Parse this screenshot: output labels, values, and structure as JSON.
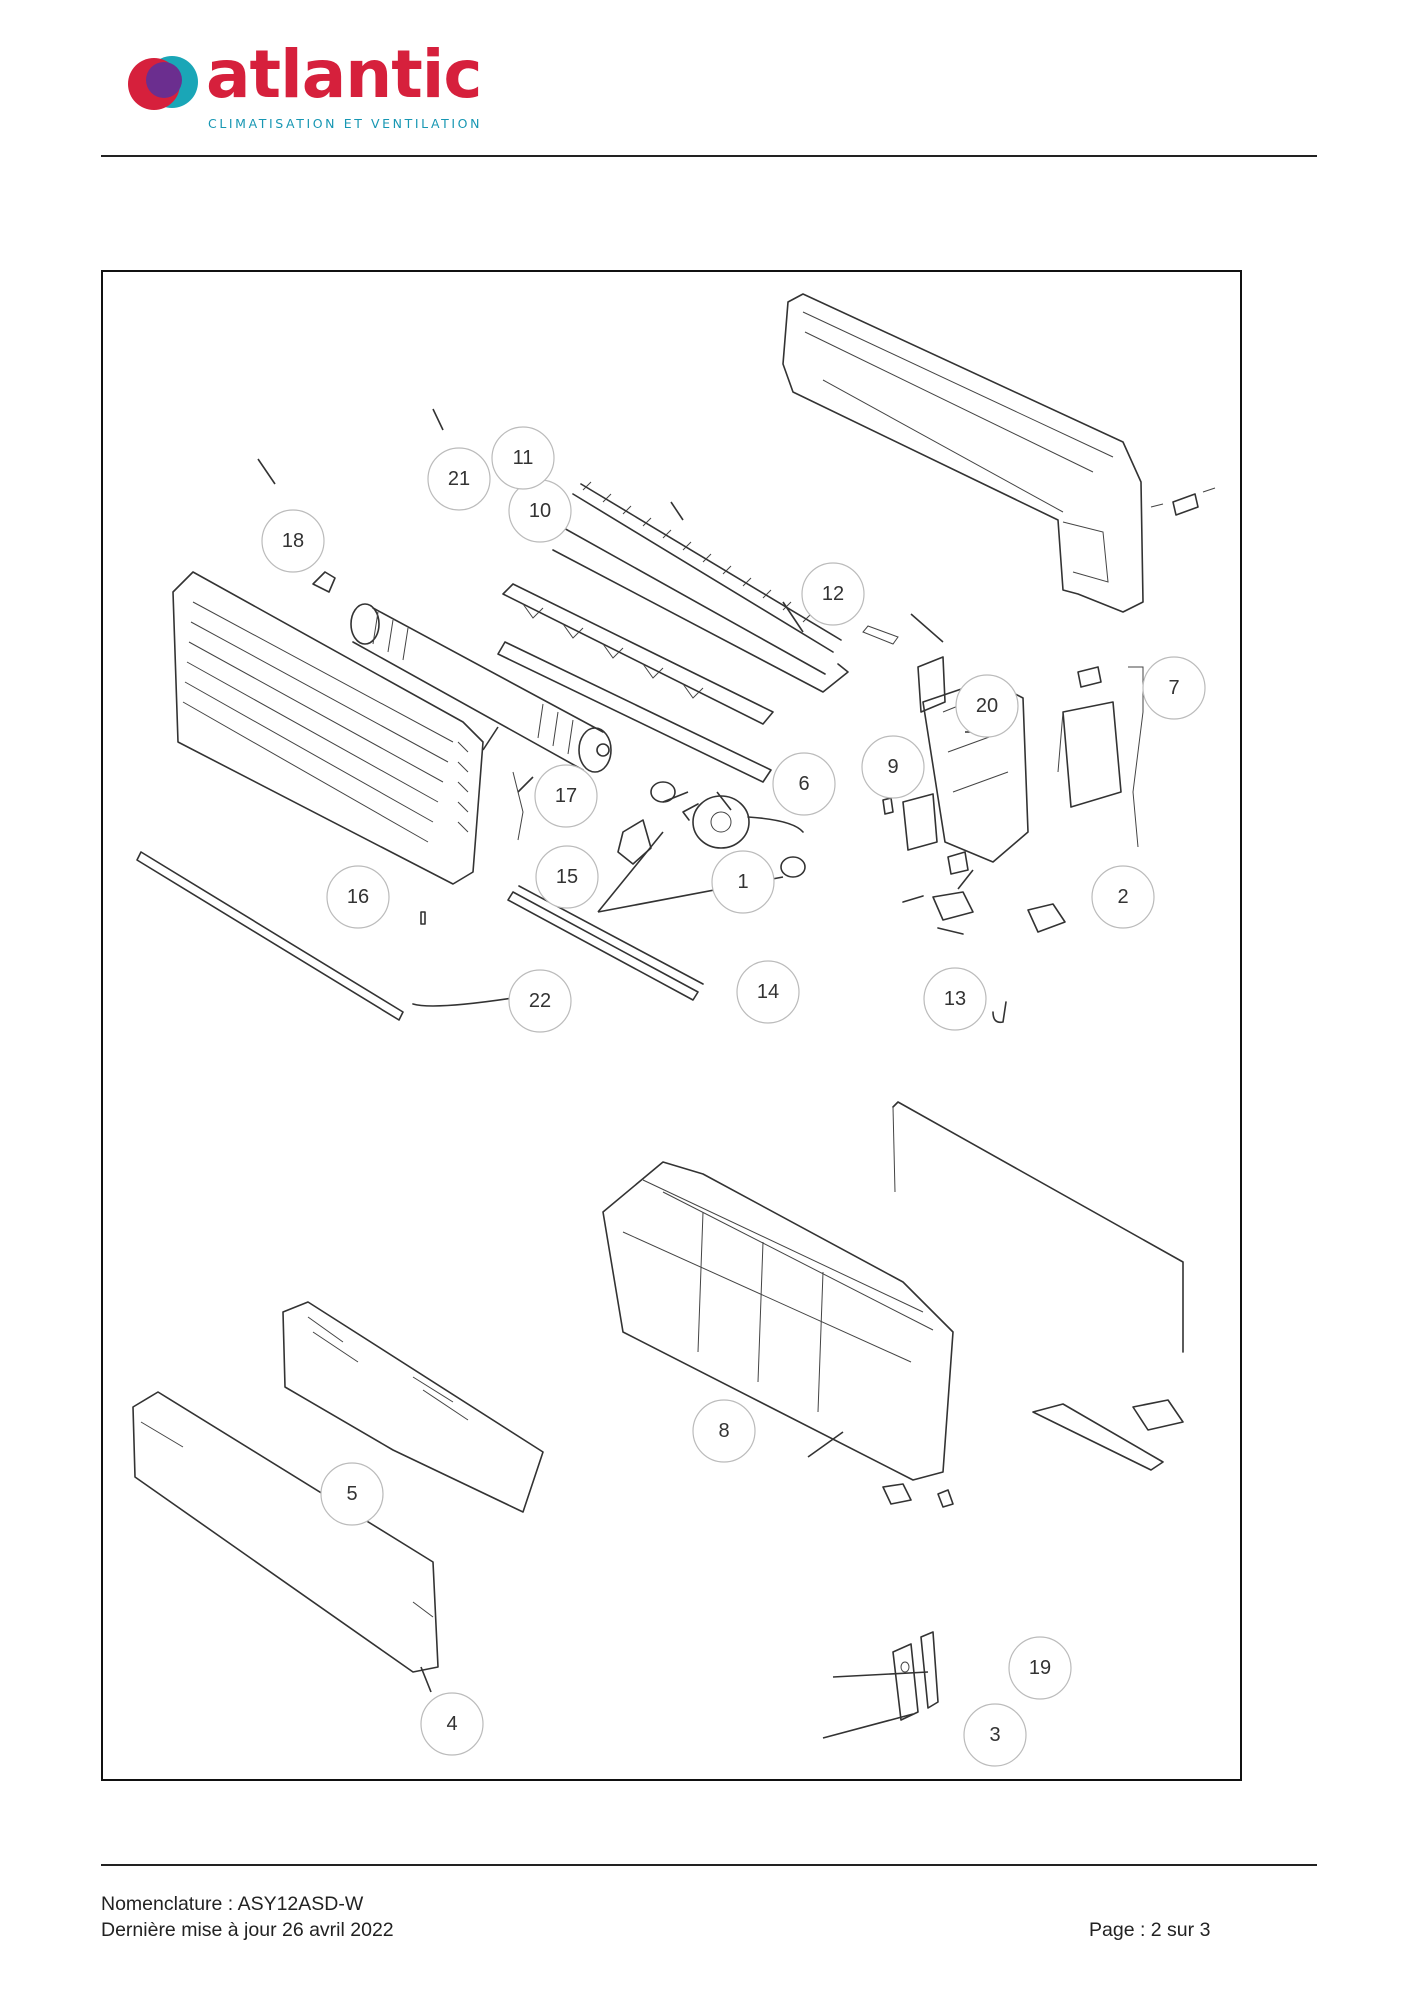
{
  "header": {
    "brand": "atlantic",
    "tagline": "CLIMATISATION ET VENTILATION",
    "colors": {
      "brand_red": "#d6203c",
      "tagline_blue": "#1797b3",
      "logo_purple": "#6b2e8f",
      "logo_teal": "#1aa6b7"
    }
  },
  "diagram": {
    "callouts": [
      {
        "n": "1"
      },
      {
        "n": "2"
      },
      {
        "n": "3"
      },
      {
        "n": "4"
      },
      {
        "n": "5"
      },
      {
        "n": "6"
      },
      {
        "n": "7"
      },
      {
        "n": "8"
      },
      {
        "n": "9"
      },
      {
        "n": "10"
      },
      {
        "n": "11"
      },
      {
        "n": "12"
      },
      {
        "n": "13"
      },
      {
        "n": "14"
      },
      {
        "n": "15"
      },
      {
        "n": "16"
      },
      {
        "n": "17"
      },
      {
        "n": "18"
      },
      {
        "n": "19"
      },
      {
        "n": "20"
      },
      {
        "n": "21"
      },
      {
        "n": "22"
      }
    ]
  },
  "footer": {
    "model": "Nomenclature : ASY12ASD-W",
    "updated": "Dernière mise à jour 26 avril 2022",
    "page": "Page : 2 sur 3"
  }
}
